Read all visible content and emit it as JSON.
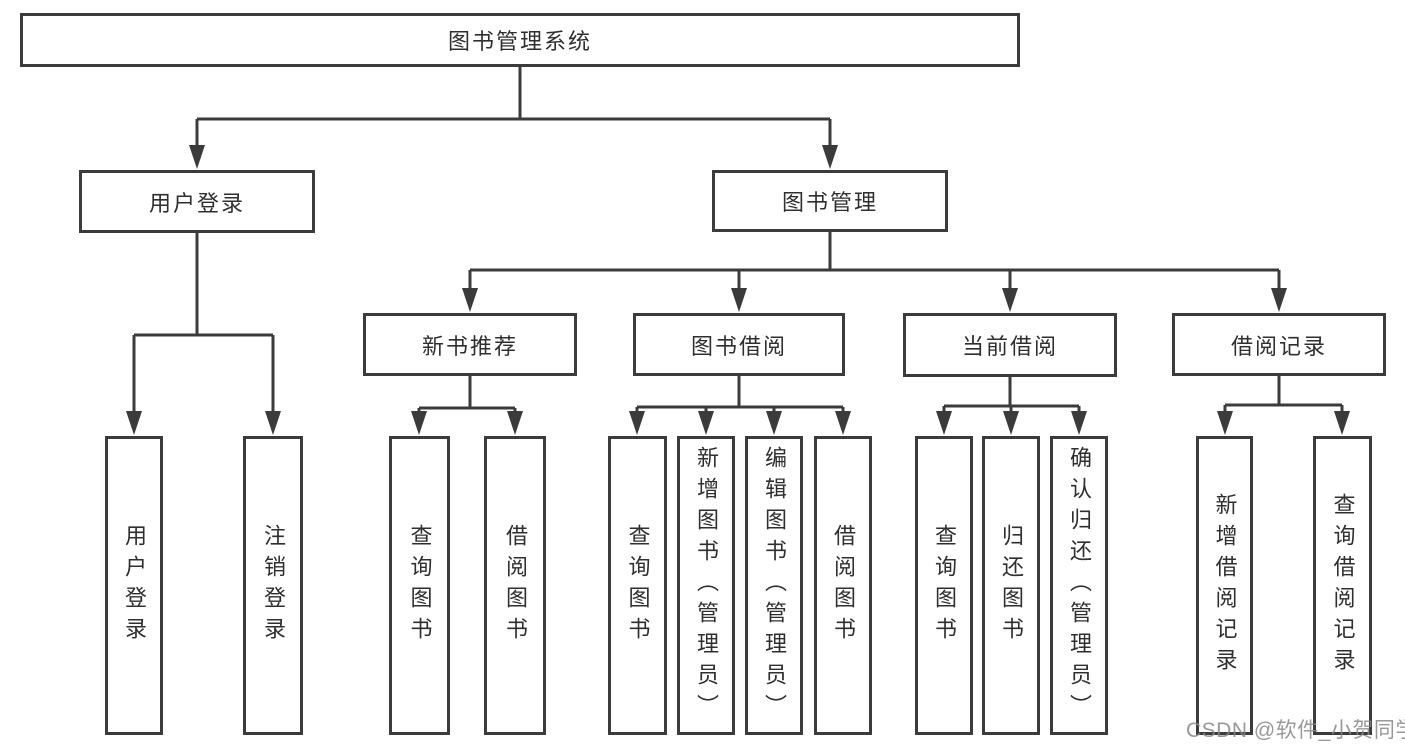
{
  "diagram": {
    "title": "图书管理系统",
    "branches": [
      {
        "label": "用户登录",
        "children": [
          {
            "label": "用户登录"
          },
          {
            "label": "注销登录"
          }
        ]
      },
      {
        "label": "图书管理",
        "children": [
          {
            "label": "新书推荐",
            "children": [
              {
                "label": "查询图书"
              },
              {
                "label": "借阅图书"
              }
            ]
          },
          {
            "label": "图书借阅",
            "children": [
              {
                "label": "查询图书"
              },
              {
                "label": "新增图书（管理员）"
              },
              {
                "label": "编辑图书（管理员）"
              },
              {
                "label": "借阅图书"
              }
            ]
          },
          {
            "label": "当前借阅",
            "children": [
              {
                "label": "查询图书"
              },
              {
                "label": "归还图书"
              },
              {
                "label": "确认归还（管理员）"
              }
            ]
          },
          {
            "label": "借阅记录",
            "children": [
              {
                "label": "新增借阅记录"
              },
              {
                "label": "查询借阅记录"
              }
            ]
          }
        ]
      }
    ]
  },
  "watermark": "CSDN @软件_小贺同学",
  "colors": {
    "line": "#3b3b3b",
    "text": "#2f2f2f",
    "watermark": "#87878a",
    "background": "#ffffff"
  }
}
